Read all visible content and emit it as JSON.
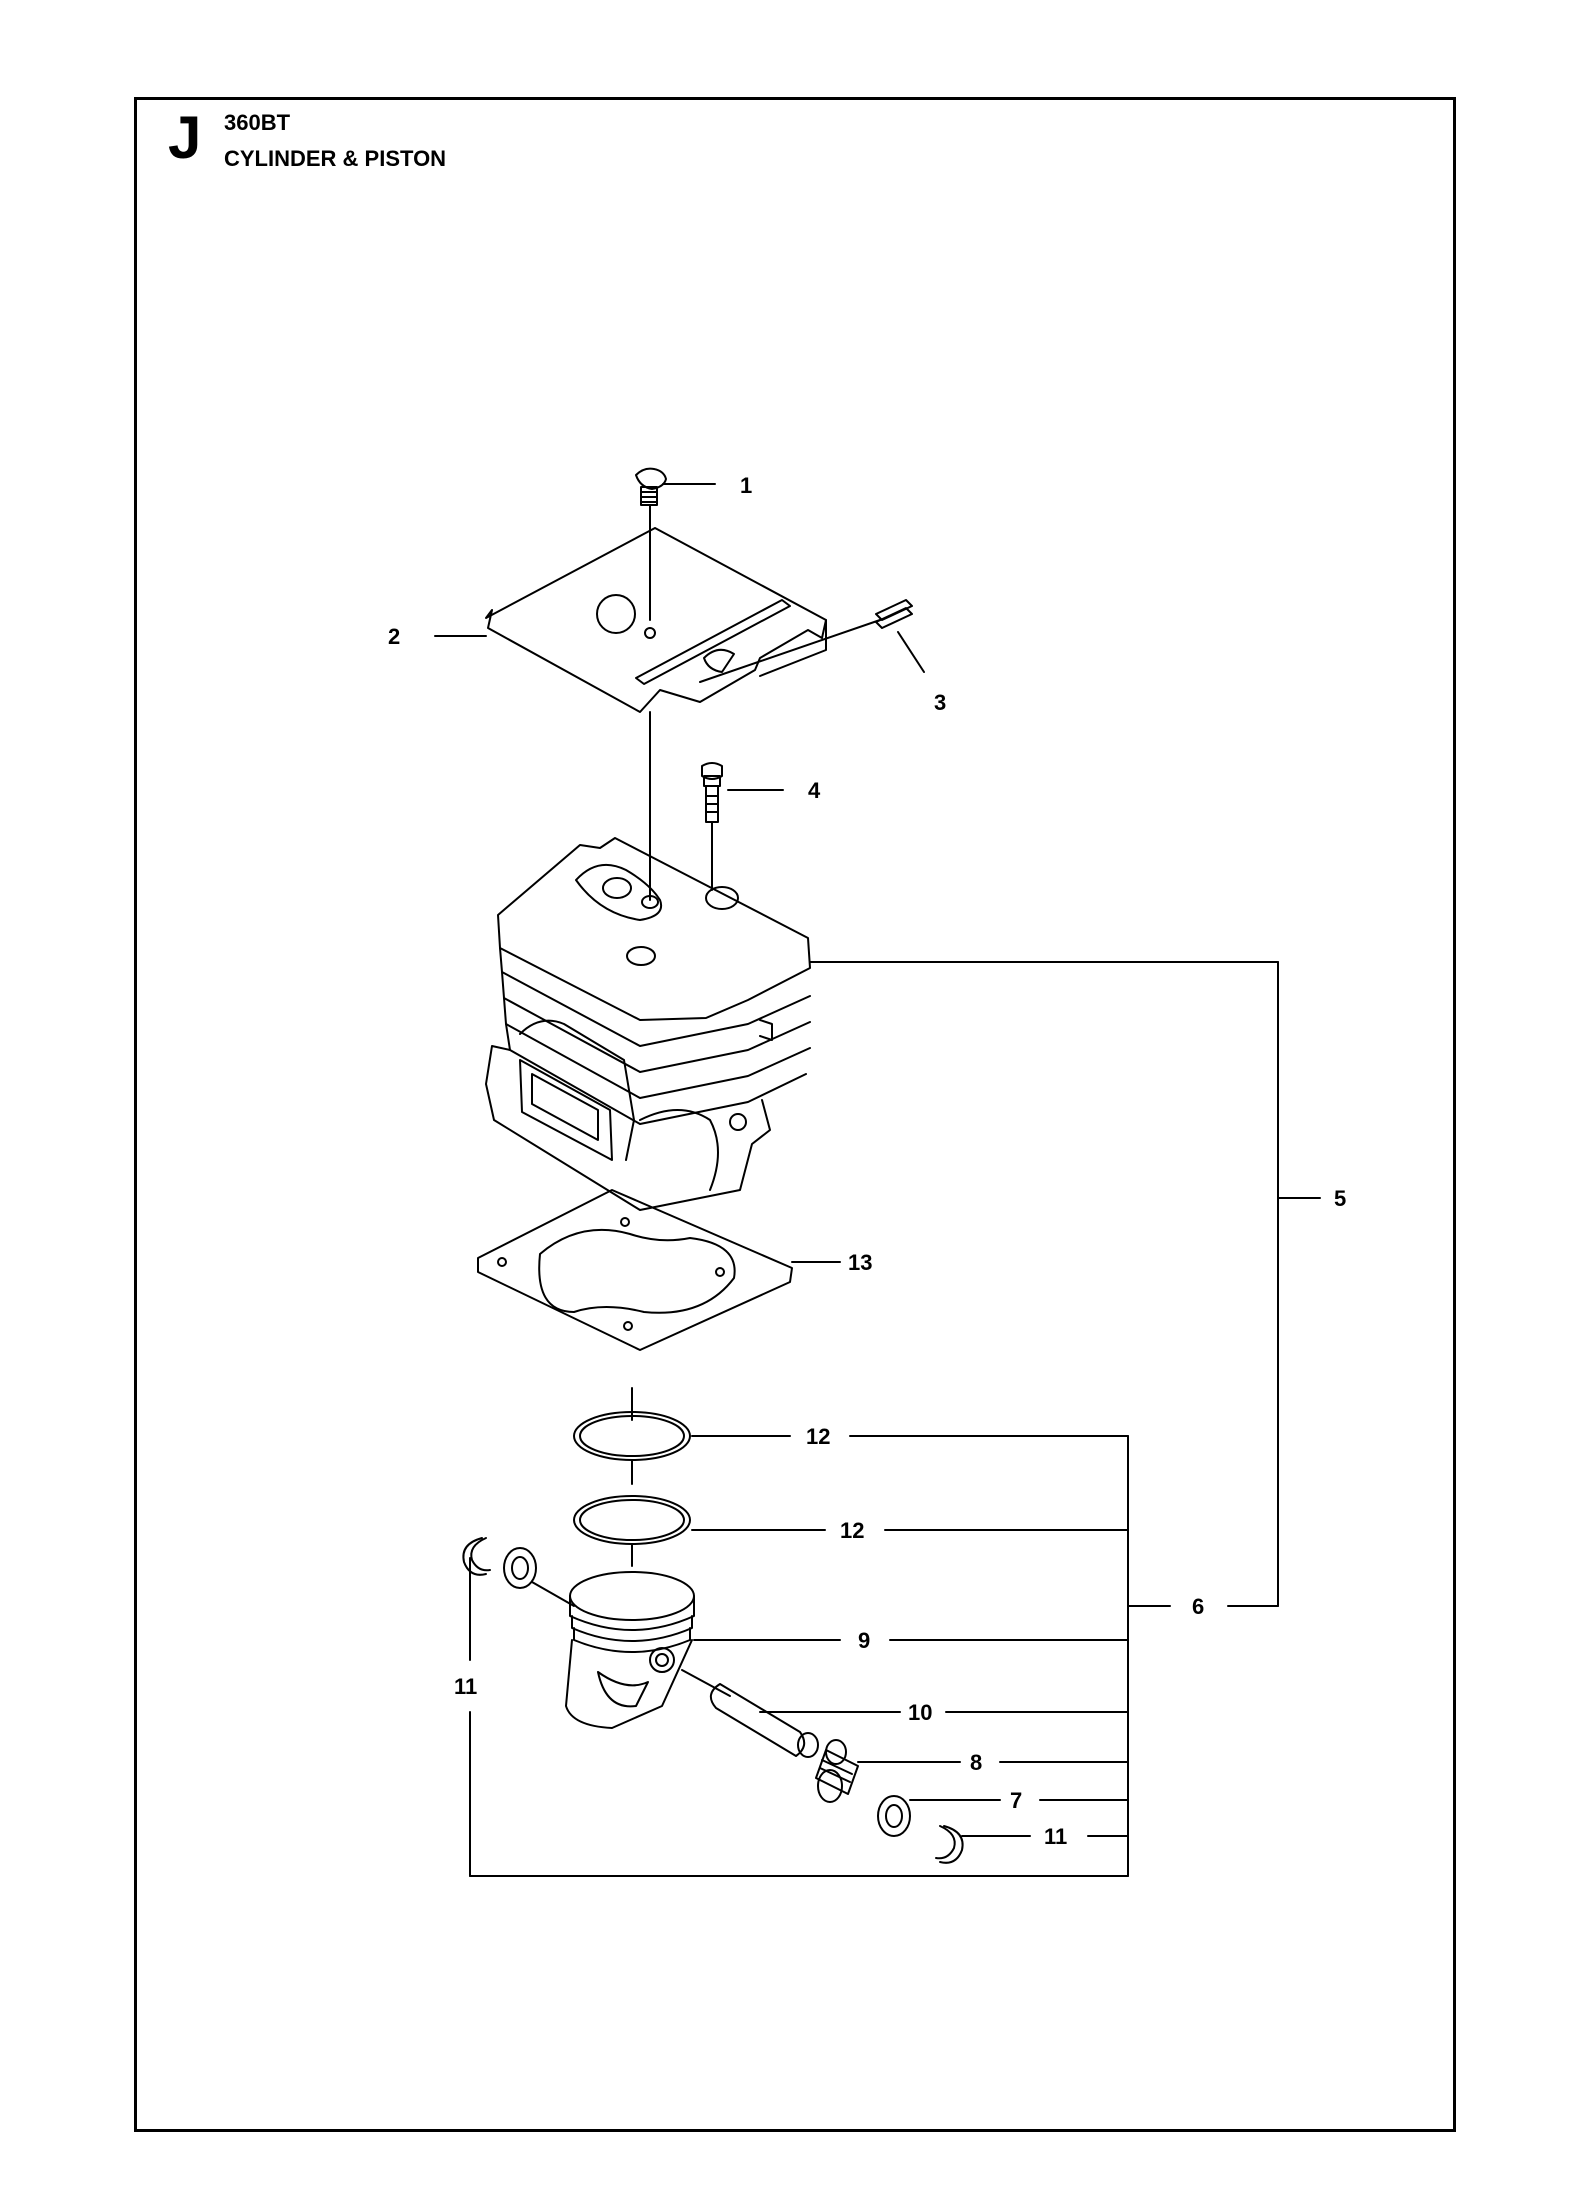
{
  "header": {
    "section_letter": "J",
    "model": "360BT",
    "title": "CYLINDER & PISTON"
  },
  "callouts": {
    "c1": "1",
    "c2": "2",
    "c3": "3",
    "c4": "4",
    "c5": "5",
    "c6": "6",
    "c7": "7",
    "c8": "8",
    "c9": "9",
    "c10": "10",
    "c11a": "11",
    "c11b": "11",
    "c12a": "12",
    "c12b": "12",
    "c13": "13"
  }
}
